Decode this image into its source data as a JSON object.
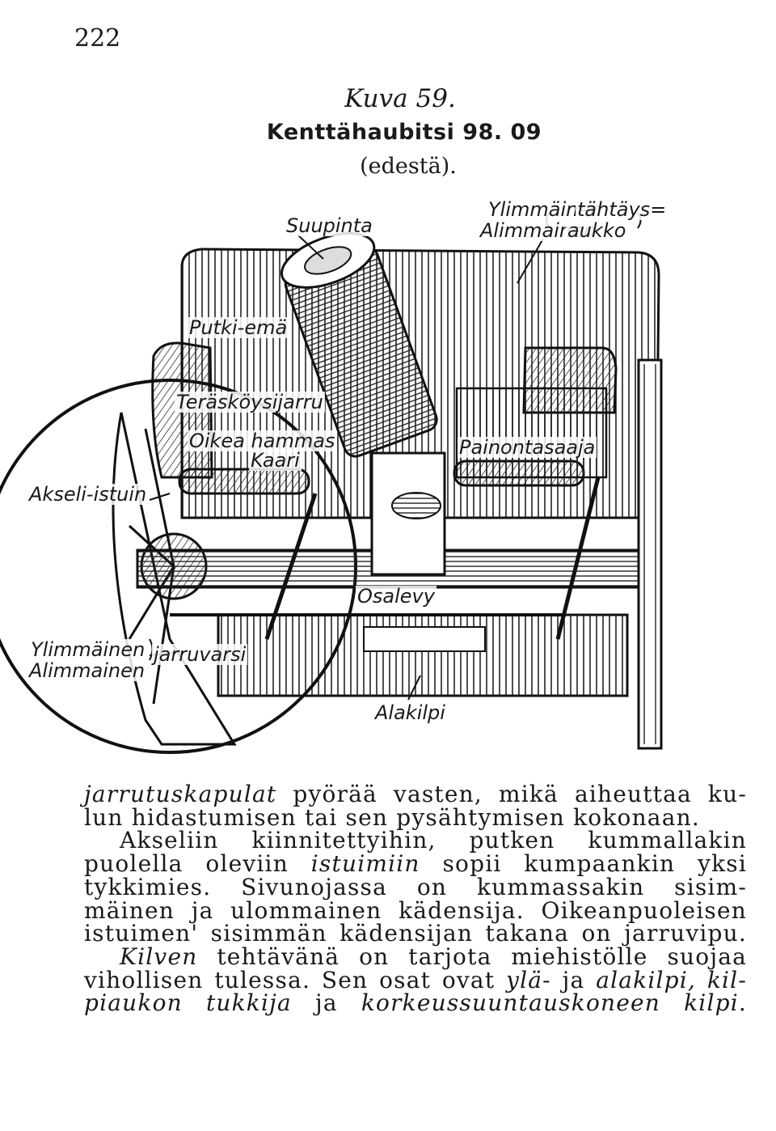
{
  "page_number": "222",
  "caption": {
    "figure": "Kuva 59.",
    "title": "Kenttähaubitsi 98. 09",
    "subtitle": "(edestä)."
  },
  "figure_labels": {
    "suupinta": "Suupinta",
    "ylimmainen_top": "Ylimmäinen",
    "alimmainen_top": "Alimmainen",
    "tahtays": "tähtäys=",
    "aukko": "aukko",
    "putki_ema": "Putki-emä",
    "teraskoysijarru": "Teräsköysijarru",
    "oikea_hammas": "Oikea hammas",
    "kaari": "Kaari",
    "painontasaaja": "Painontasaaja",
    "akseli_istuin": "Akseli-istuin",
    "osalevy": "Osalevy",
    "ylimmainen_bottom": "Ylimmäinen",
    "alimmainen_bottom": "Alimmainen",
    "jarruvarsi": "jarruvarsi",
    "alakilpi": "Alakilpi"
  },
  "body": {
    "l1_em": "jarrutuskapulat",
    "l1": " pyörää vasten, mikä aiheuttaa ku-",
    "l2": "lun hidastumisen tai sen pysähtymisen kokonaan.",
    "l3": "Akseliin kiinnitettyihin, putken kummallakin",
    "l4a": "puolella oleviin ",
    "l4_em": "istuimiin",
    "l4b": " sopii kumpaankin yksi",
    "l5": "tykkimies. Sivunojassa on kummassakin sisim-",
    "l6": "mäinen ja ulommainen kädensija. Oikeanpuoleisen",
    "l7": "istuimen' sisimmän kädensijan takana on jarruvipu.",
    "l8_em": "Kilven",
    "l8": " tehtävänä on tarjota miehistölle suojaa",
    "l9a": "vihollisen tulessa. Sen osat ovat ",
    "l9_em1": "ylä-",
    "l9b": " ja ",
    "l9_em2": "alakilpi, kil-",
    "l10_em1": "piaukon tukkija",
    "l10a": " ja ",
    "l10_em2": "korkeussuuntauskoneen kilpi",
    "l10b": "."
  }
}
